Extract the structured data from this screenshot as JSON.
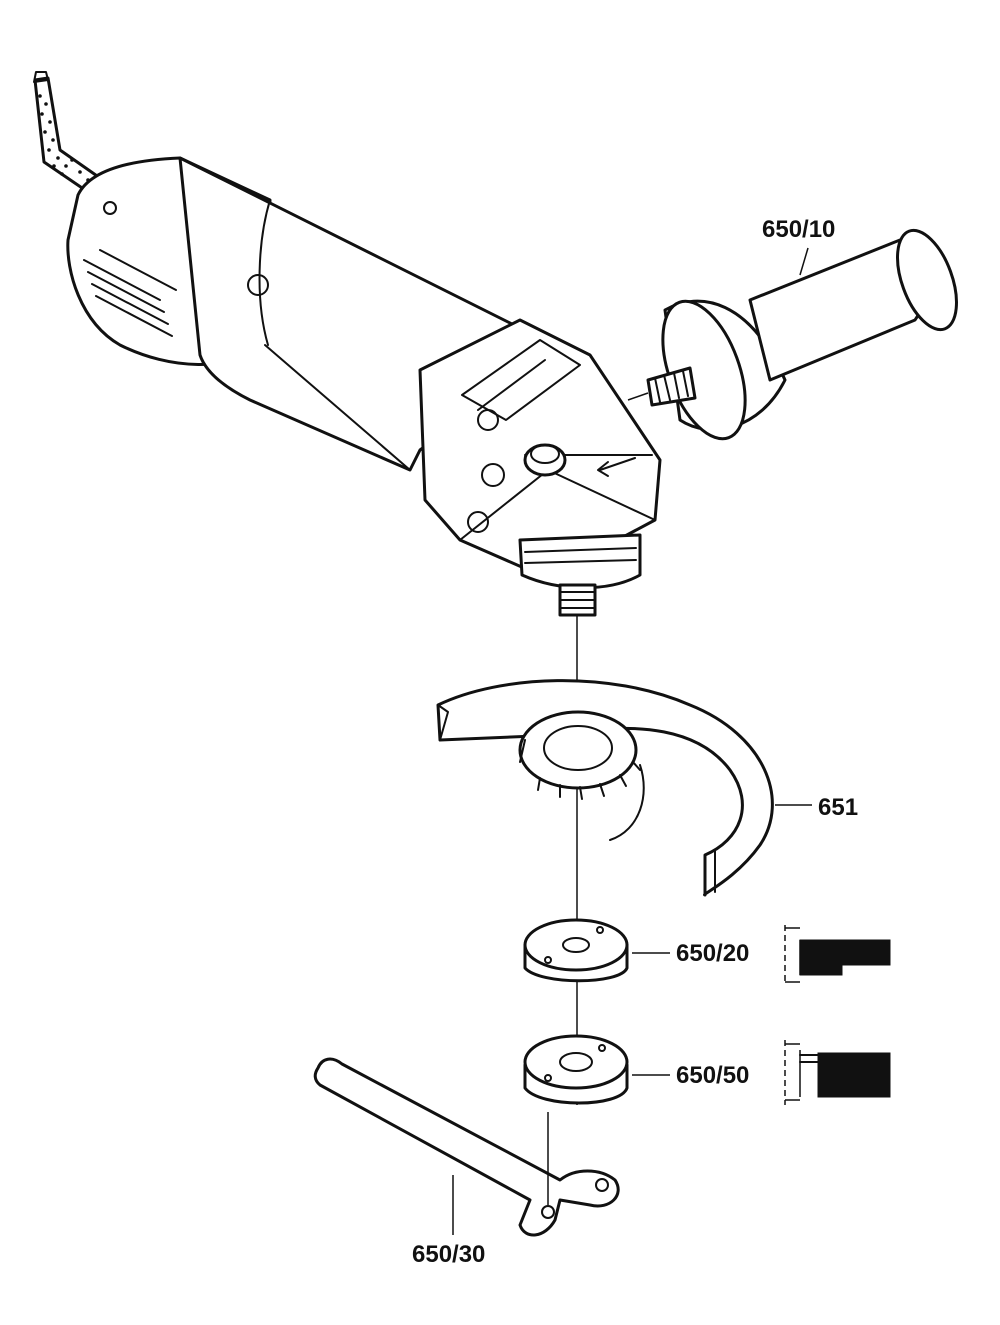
{
  "parts": [
    {
      "id": "650/10",
      "label": "650/10"
    },
    {
      "id": "651",
      "label": "651"
    },
    {
      "id": "650/20",
      "label": "650/20"
    },
    {
      "id": "650/50",
      "label": "650/50"
    },
    {
      "id": "650/30",
      "label": "650/30"
    }
  ],
  "colors": {
    "line": "#111111",
    "background": "#ffffff"
  }
}
